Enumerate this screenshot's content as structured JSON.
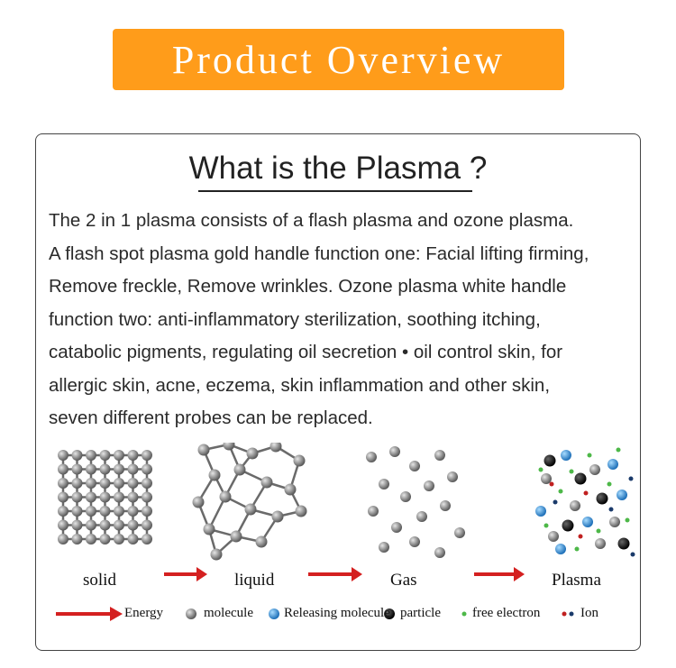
{
  "banner": {
    "title": "Product Overview"
  },
  "card": {
    "heading": "What is the Plasma ?",
    "body_lines": [
      "The 2 in 1 plasma consists of a flash plasma and ozone plasma.",
      "A flash spot plasma gold handle function one: Facial lifting firming,",
      "Remove freckle, Remove wrinkles. Ozone plasma white handle",
      "function two: anti-inflammatory sterilization, soothing itching,",
      "catabolic pigments, regulating oil secretion • oil control skin, for",
      "allergic skin, acne, eczema, skin inflammation and other skin,",
      "seven different probes can be replaced."
    ]
  },
  "states": {
    "solid": "solid",
    "liquid": "liquid",
    "gas": "Gas",
    "plasma": "Plasma"
  },
  "legend": {
    "energy": "Energy",
    "molecule": "molecule",
    "releasing_molecule": "Releasing molecule",
    "particle": "particle",
    "free_electron": "free electron",
    "ion": "Ion"
  },
  "colors": {
    "banner": "#ff9c1a",
    "arrow": "#d42020",
    "molecule": "#7a7a7a",
    "releasing": "#2a8ad6",
    "particle": "#111111",
    "electron_green": "#4db848",
    "ion_red": "#c02020"
  }
}
